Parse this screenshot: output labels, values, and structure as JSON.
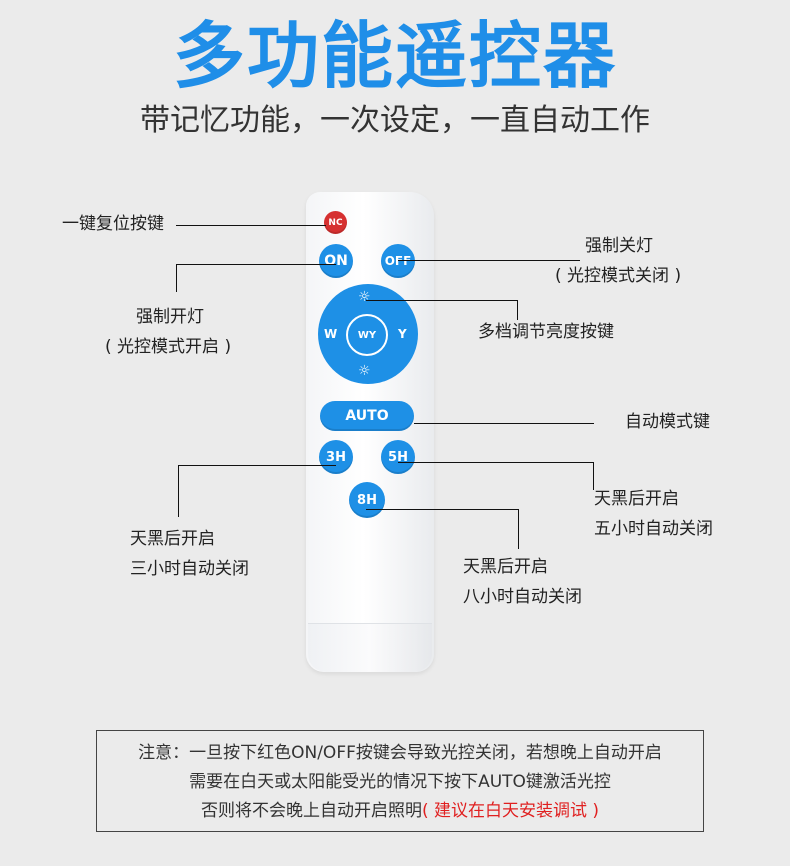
{
  "header": {
    "title": "多功能遥控器",
    "subtitle": "带记忆功能，一次设定，一直自动工作"
  },
  "remote": {
    "buttons": {
      "nc": "NC",
      "on": "ON",
      "off": "OFF",
      "dial_left": "W",
      "dial_right": "Y",
      "dial_center": "WY",
      "auto": "AUTO",
      "h3": "3H",
      "h5": "5H",
      "h8": "8H"
    }
  },
  "annotations": {
    "reset": "一键复位按键",
    "force_off_1": "强制关灯",
    "force_off_2": "( 光控模式关闭 )",
    "force_on_1": "强制开灯",
    "force_on_2": "( 光控模式开启 )",
    "brightness": "多档调节亮度按键",
    "auto_mode": "自动模式键",
    "h3_line1": "天黑后开启",
    "h3_line2": "三小时自动关闭",
    "h5_line1": "天黑后开启",
    "h5_line2": "五小时自动关闭",
    "h8_line1": "天黑后开启",
    "h8_line2": "八小时自动关闭"
  },
  "note": {
    "line1": "注意：一旦按下红色ON/OFF按键会导致光控关闭，若想晚上自动开启",
    "line2": "需要在白天或太阳能受光的情况下按下AUTO键激活光控",
    "line3_main": "否则将不会晚上自动开启照明",
    "line3_red": "( 建议在白天安装调试 )"
  },
  "colors": {
    "accent": "#1f8ee8",
    "button_blue": "#1e90e6",
    "button_red": "#d63030",
    "warning_red": "#e02020"
  }
}
